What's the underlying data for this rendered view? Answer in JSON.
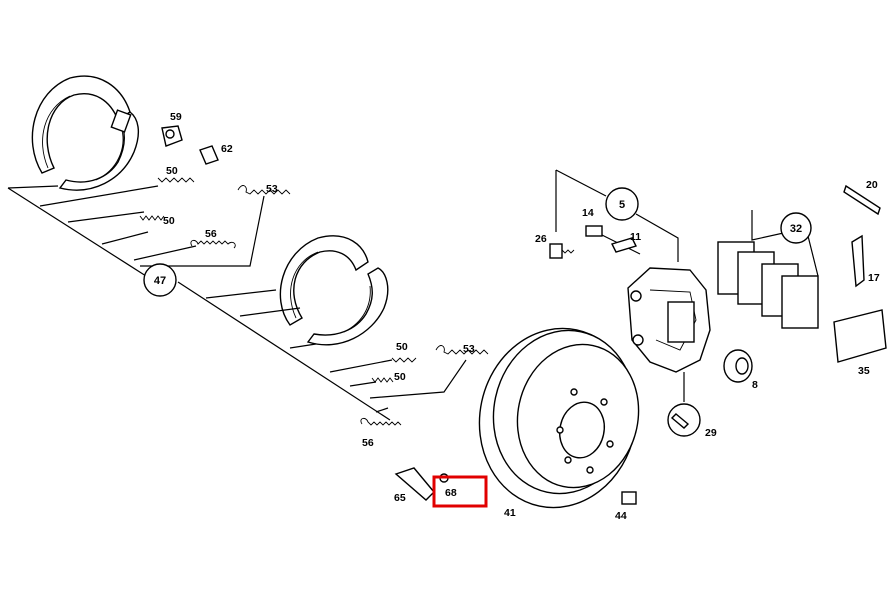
{
  "labels": {
    "p59": "59",
    "p62": "62",
    "p50a": "50",
    "p50b": "50",
    "p53a": "53",
    "p56a": "56",
    "p47": "47",
    "p50c": "50",
    "p50d": "50",
    "p53b": "53",
    "p56b": "56",
    "p65": "65",
    "p68": "68",
    "p41": "41",
    "p5": "5",
    "p26": "26",
    "p14": "14",
    "p11": "11",
    "p32": "32",
    "p20": "20",
    "p17": "17",
    "p35": "35",
    "p8": "8",
    "p29": "29",
    "p44": "44"
  },
  "highlight": {
    "part": "68",
    "color": "#e10000"
  }
}
